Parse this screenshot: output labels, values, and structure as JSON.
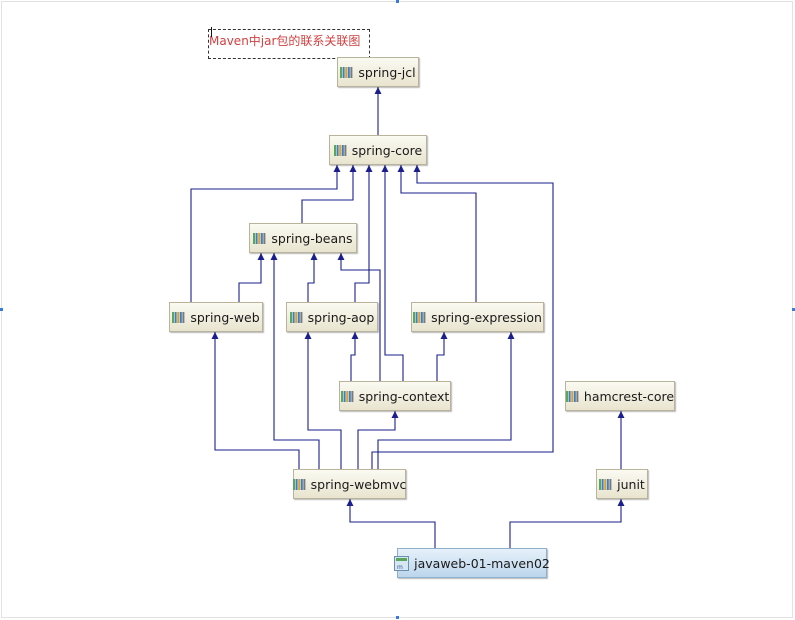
{
  "note": {
    "text": "Maven中jar包的联系关联图"
  },
  "nodes": [
    {
      "id": "jcl",
      "label": "spring-jcl",
      "kind": "jar"
    },
    {
      "id": "core",
      "label": "spring-core",
      "kind": "jar"
    },
    {
      "id": "beans",
      "label": "spring-beans",
      "kind": "jar"
    },
    {
      "id": "web",
      "label": "spring-web",
      "kind": "jar"
    },
    {
      "id": "aop",
      "label": "spring-aop",
      "kind": "jar"
    },
    {
      "id": "expression",
      "label": "spring-expression",
      "kind": "jar"
    },
    {
      "id": "context",
      "label": "spring-context",
      "kind": "jar"
    },
    {
      "id": "hamcrest",
      "label": "hamcrest-core",
      "kind": "jar"
    },
    {
      "id": "webmvc",
      "label": "spring-webmvc",
      "kind": "jar"
    },
    {
      "id": "junit",
      "label": "junit",
      "kind": "jar"
    },
    {
      "id": "root",
      "label": "javaweb-01-maven02",
      "kind": "module"
    }
  ],
  "edges": [
    {
      "from": "core",
      "to": "jcl"
    },
    {
      "from": "beans",
      "to": "core"
    },
    {
      "from": "web",
      "to": "core"
    },
    {
      "from": "web",
      "to": "beans"
    },
    {
      "from": "aop",
      "to": "core"
    },
    {
      "from": "aop",
      "to": "beans"
    },
    {
      "from": "expression",
      "to": "core"
    },
    {
      "from": "context",
      "to": "core"
    },
    {
      "from": "context",
      "to": "beans"
    },
    {
      "from": "context",
      "to": "aop"
    },
    {
      "from": "context",
      "to": "expression"
    },
    {
      "from": "webmvc",
      "to": "core"
    },
    {
      "from": "webmvc",
      "to": "beans"
    },
    {
      "from": "webmvc",
      "to": "web"
    },
    {
      "from": "webmvc",
      "to": "aop"
    },
    {
      "from": "webmvc",
      "to": "context"
    },
    {
      "from": "webmvc",
      "to": "expression"
    },
    {
      "from": "junit",
      "to": "hamcrest"
    },
    {
      "from": "root",
      "to": "webmvc"
    },
    {
      "from": "root",
      "to": "junit"
    }
  ],
  "colors": {
    "edge": "#1a1f8c",
    "note_text": "#d04040",
    "jar_icon_bars": [
      "#5aa75a",
      "#3b7fc4",
      "#e0a030",
      "#3b7fc4",
      "#7a7a7a"
    ]
  }
}
